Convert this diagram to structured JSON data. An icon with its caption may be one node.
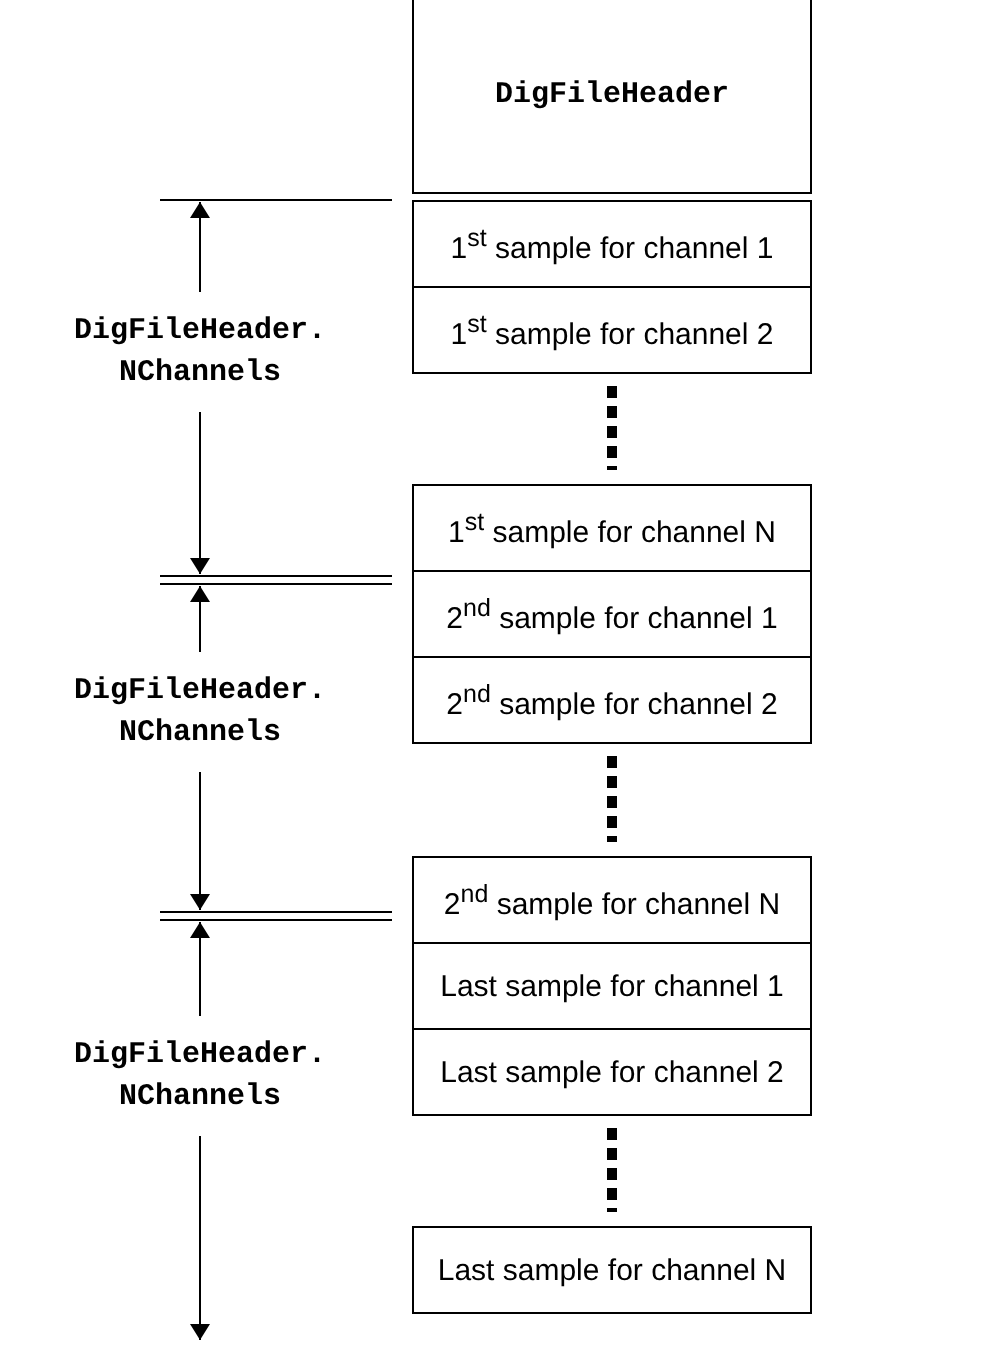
{
  "diagram": {
    "nodes": [
      {
        "text": [
          "DigFileHeader"
        ]
      },
      {
        "text": [
          "1$^{st}$ sample for channel 1"
        ]
      },
      {
        "text": [
          "1$^{st}$ sample for channel 2"
        ]
      },
      {
        "text": [
          "1$^{st}$ sample for channel N"
        ]
      },
      {
        "text": [
          "2$^{nd}$ sample for channel 1"
        ]
      },
      {
        "text": [
          "2$^{nd}$ sample for channel 2"
        ]
      },
      {
        "text": [
          "2$^{nd}$ sample for channel N"
        ]
      },
      {
        "text": [
          "Last sample for channel 1"
        ]
      },
      {
        "text": [
          "Last sample for channel 2"
        ]
      },
      {
        "text": [
          "Last sample for channel N"
        ]
      }
    ],
    "labels": [
      "DigFileHeader. NChannels",
      "DigFileHeader. NChannels",
      "DigFileHeader. NChannels"
    ]
  }
}
